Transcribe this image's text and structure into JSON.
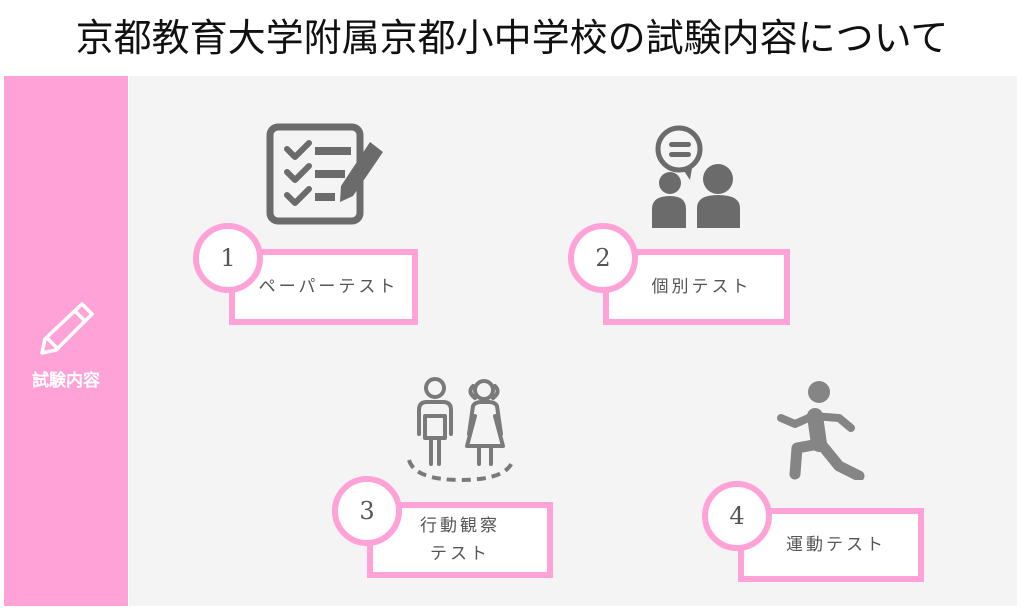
{
  "title": "京都教育大学附属京都小中学校の試験内容について",
  "sidebar": {
    "icon": "pencil-icon",
    "label": "試験内容",
    "color": "#ffa2d8"
  },
  "items": [
    {
      "number": "1",
      "label": "ペーパーテスト",
      "icon": "checklist-pencil-icon"
    },
    {
      "number": "2",
      "label": "個別テスト",
      "icon": "conversation-people-icon"
    },
    {
      "number": "3",
      "label_line1": "行動観察",
      "label_line2": "テスト",
      "icon": "children-group-icon"
    },
    {
      "number": "4",
      "label": "運動テスト",
      "icon": "running-person-icon"
    }
  ],
  "colors": {
    "accent": "#ffa2d8",
    "panel": "#f4f4f4",
    "icon": "#6b6b6b"
  }
}
